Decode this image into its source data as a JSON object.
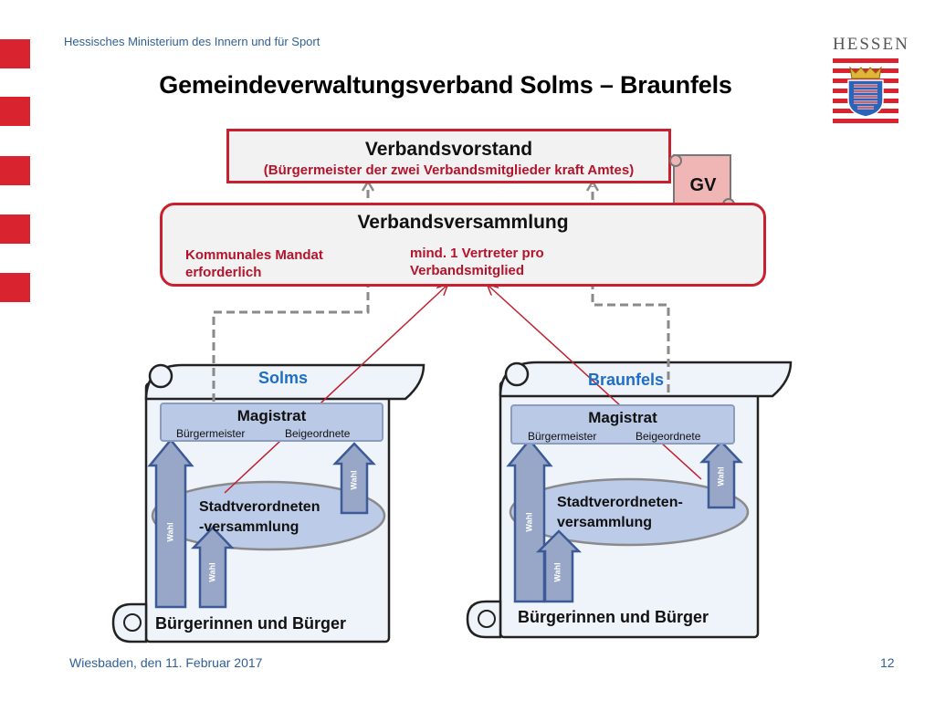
{
  "header": {
    "ministry": "Hessisches Ministerium des Innern und für Sport",
    "title": "Gemeindeverwaltungsverband Solms – Braunfels",
    "state_logo_text": "HESSEN"
  },
  "board": {
    "title": "Verbandsvorstand",
    "subtitle": "(Bürgermeister der zwei Verbandsmitglieder kraft Amtes)",
    "gv_label": "GV"
  },
  "assembly": {
    "title": "Verbandsversammlung",
    "note_left": [
      "Kommunales Mandat",
      "erforderlich"
    ],
    "note_right": [
      "mind. 1 Vertreter pro",
      "Verbandsmitglied"
    ]
  },
  "municipalities": [
    {
      "name": "Solms",
      "magistrat": "Magistrat",
      "mayor": "Bürgermeister",
      "aldermen": "Beigeordnete",
      "council": [
        "Stadtverordneten",
        "-versammlung"
      ],
      "citizens": "Bürgerinnen und Bürger",
      "vote": "Wahl"
    },
    {
      "name": "Braunfels",
      "magistrat": "Magistrat",
      "mayor": "Bürgermeister",
      "aldermen": "Beigeordnete",
      "council": [
        "Stadtverordneten-",
        "versammlung"
      ],
      "citizens": "Bürgerinnen und Bürger",
      "vote": "Wahl"
    }
  ],
  "footer": {
    "place_date": "Wiesbaden, den 11. Februar 2017",
    "page": "12"
  },
  "colors": {
    "accent_red": "#d9232f",
    "dark_red": "#b3142c",
    "blue_text": "#1f6ec4",
    "magistrat_fill": "#b9c9e6",
    "council_fill": "#bccbe8",
    "arrow_fill": "#98a6c8",
    "scroll_fill": "#eff3fa"
  }
}
